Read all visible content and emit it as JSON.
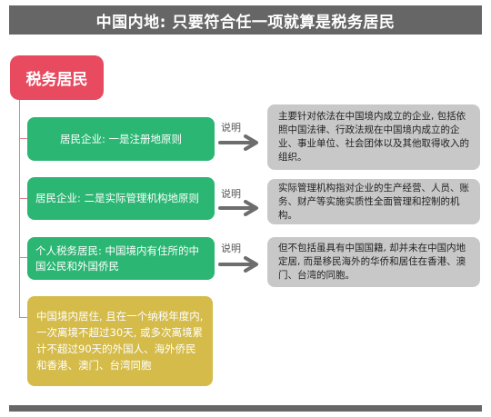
{
  "title": "中国内地: 只要符合任一项就算是税务居民",
  "root": {
    "label": "税务居民"
  },
  "branches": [
    {
      "node": "居民企业: 一是注册地原则",
      "connector_label": "说明",
      "description": "主要针对依法在中国境内成立的企业, 包括依照中国法律、行政法规在中国境内成立的企业、事业单位、社会团体以及其他取得收入的组织。"
    },
    {
      "node": "居民企业: 二是实际管理机构地原则",
      "connector_label": "说明",
      "description": "实际管理机构指对企业的生产经营、人员、账务、财产等实施实质性全面管理和控制的机构。"
    },
    {
      "node": "个人税务居民: 中国境内有住所的中国公民和外国侨民",
      "connector_label": "说明",
      "description": "但不包括虽具有中国国籍, 却并未在中国内地定居, 而是移民海外的华侨和居住在香港、澳门、台湾的同胞。"
    }
  ],
  "extra_node": "中国境内居住, 且在一个纳税年度内, 一次离境不超过30天, 或多次离境累计不超过90天的外国人、海外侨民和香港、澳门、台湾同胞",
  "colors": {
    "title_bar": "#666666",
    "root": "#e84a5f",
    "node": "#2bb673",
    "extra": "#d4bb4a",
    "description": "#c8c8c8",
    "arrow": "#6d6d6d"
  },
  "icons": {
    "arrow": "right-arrow-icon"
  }
}
